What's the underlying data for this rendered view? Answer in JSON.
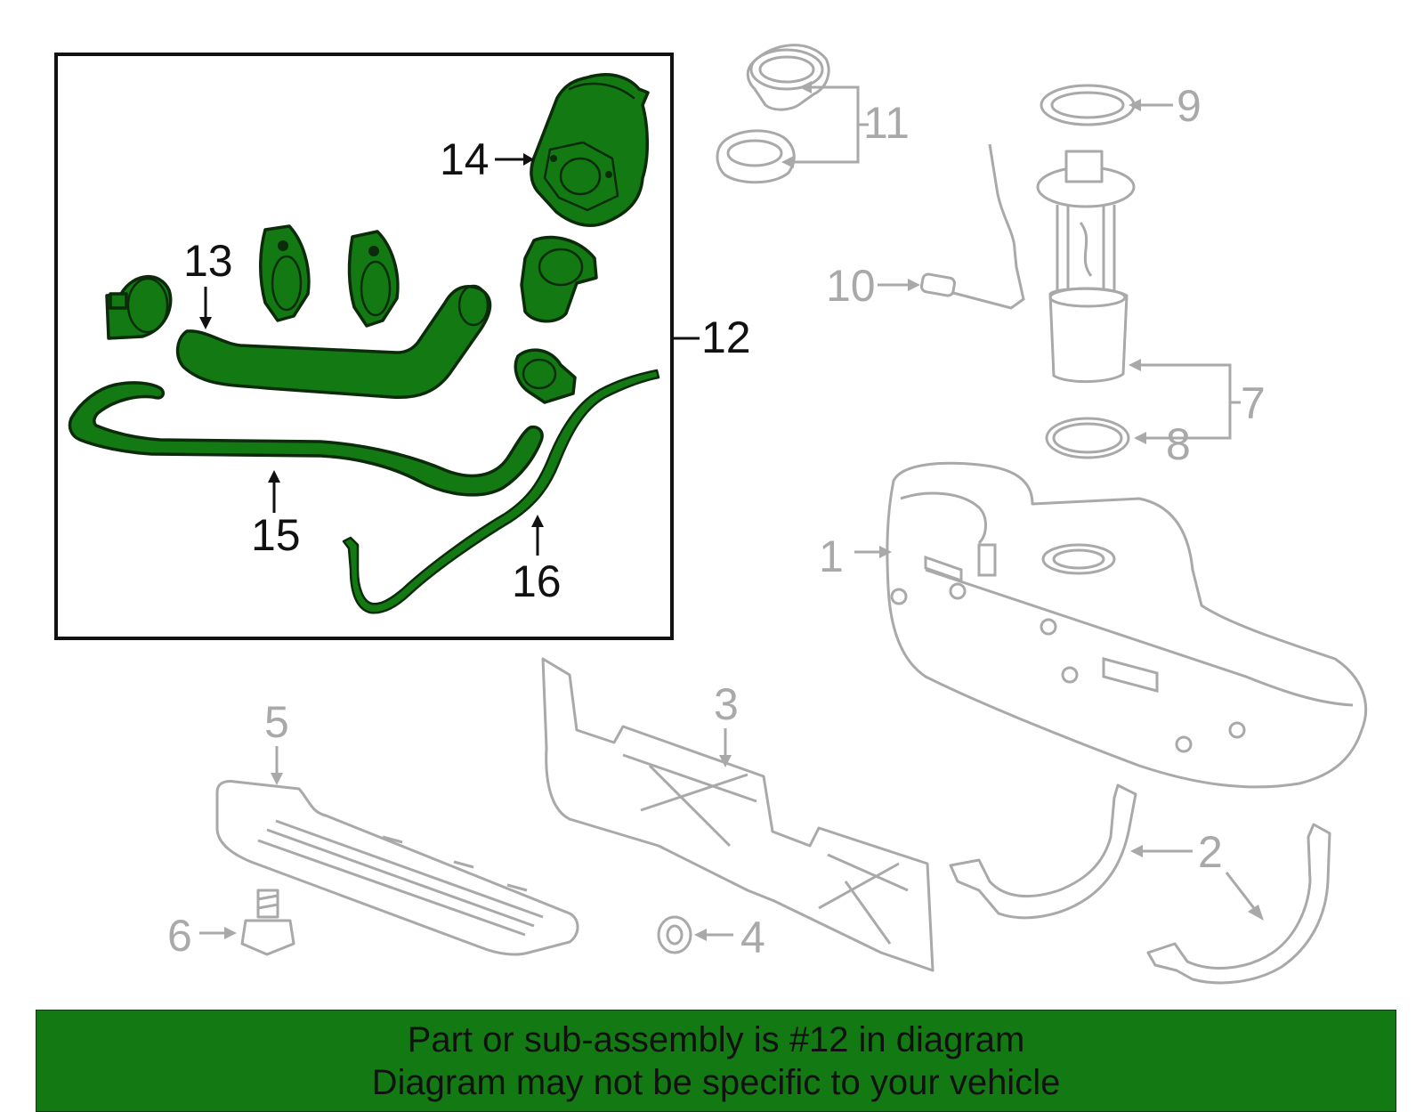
{
  "callouts": {
    "c1": "1",
    "c2": "2",
    "c3": "3",
    "c4": "4",
    "c5": "5",
    "c6": "6",
    "c7": "7",
    "c8": "8",
    "c9": "9",
    "c10": "10",
    "c11": "11",
    "c12": "12",
    "c13": "13",
    "c14": "14",
    "c15": "15",
    "c16": "16"
  },
  "banner": {
    "line1": "Part or sub-assembly is #12 in diagram",
    "line2": "Diagram may not be specific to your vehicle"
  },
  "colors": {
    "highlight_part": "#137a13",
    "banner_bg": "#137a13",
    "other_parts": "#a9a9a9",
    "outline": "#111111"
  }
}
